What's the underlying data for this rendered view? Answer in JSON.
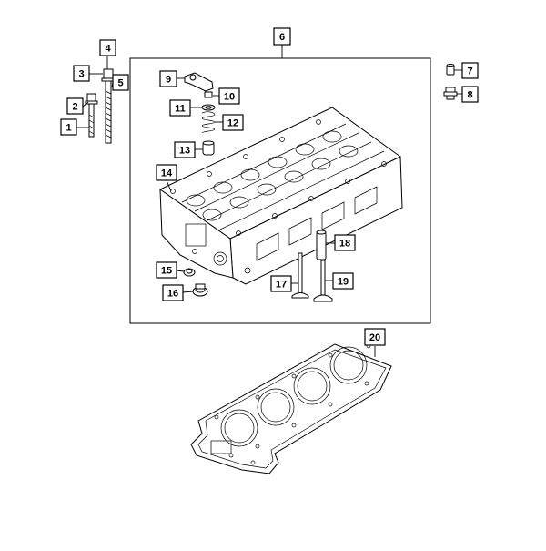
{
  "callouts": [
    {
      "id": "1",
      "label": "1"
    },
    {
      "id": "2",
      "label": "2"
    },
    {
      "id": "3",
      "label": "3"
    },
    {
      "id": "4",
      "label": "4"
    },
    {
      "id": "5",
      "label": "5"
    },
    {
      "id": "6",
      "label": "6"
    },
    {
      "id": "7",
      "label": "7"
    },
    {
      "id": "8",
      "label": "8"
    },
    {
      "id": "9",
      "label": "9"
    },
    {
      "id": "10",
      "label": "10"
    },
    {
      "id": "11",
      "label": "11"
    },
    {
      "id": "12",
      "label": "12"
    },
    {
      "id": "13",
      "label": "13"
    },
    {
      "id": "14",
      "label": "14"
    },
    {
      "id": "15",
      "label": "15"
    },
    {
      "id": "16",
      "label": "16"
    },
    {
      "id": "17",
      "label": "17"
    },
    {
      "id": "18",
      "label": "18"
    },
    {
      "id": "19",
      "label": "19"
    },
    {
      "id": "20",
      "label": "20"
    }
  ]
}
